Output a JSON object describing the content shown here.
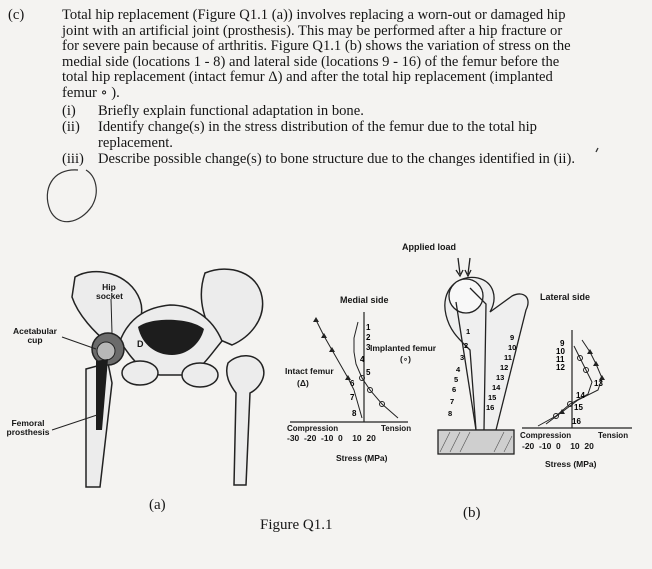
{
  "question": {
    "marker": "(c)",
    "lines": [
      "Total hip replacement (Figure Q1.1 (a)) involves replacing a worn-out or damaged hip",
      "joint with an artificial joint (prosthesis). This may be performed after a hip fracture or",
      "for severe pain because of arthritis. Figure Q1.1 (b) shows the variation of stress on the",
      "medial side (locations 1 - 8) and lateral side (locations 9 - 16) of the femur before the",
      "total hip replacement (intact femur Δ) and after the total hip replacement (implanted",
      "femur ∘ )."
    ],
    "items": [
      {
        "num": "(i)",
        "text": "Briefly explain functional adaptation in bone."
      },
      {
        "num": "(ii)",
        "text": "Identify change(s) in the stress distribution of the femur due to the total hip",
        "cont": "replacement."
      },
      {
        "num": "(iii)",
        "text": "Describe possible change(s) to bone structure due to the changes identified in (ii)."
      }
    ]
  },
  "figure_a": {
    "label_hip_socket_1": "Hip",
    "label_hip_socket_2": "socket",
    "label_acetabular_1": "Acetabular",
    "label_acetabular_2": "cup",
    "label_femoral_1": "Femoral",
    "label_femoral_2": "prosthesis",
    "label_d": "D",
    "panel_label": "(a)"
  },
  "figure_b": {
    "applied_load": "Applied load",
    "medial_title": "Medial side",
    "lateral_title": "Lateral side",
    "implanted_label": "Implanted femur",
    "implanted_symbol": "(∘)",
    "intact_label": "Intact femur",
    "intact_symbol": "(Δ)",
    "medial_compression": "Compression",
    "medial_tension": "Tension",
    "medial_ticks": "-30  -20  -10  0    10  20",
    "medial_stress": "Stress (MPa)",
    "lateral_compression": "Compression",
    "lateral_tension": "Tension",
    "lateral_ticks": "-20  -10  0    10  20",
    "lateral_stress": "Stress (MPa)",
    "panel_label": "(b)",
    "medial_locations": [
      "1",
      "2",
      "3",
      "4",
      "5",
      "6",
      "7",
      "8"
    ],
    "lateral_locations": [
      "9",
      "10",
      "11",
      "12",
      "13",
      "14",
      "15",
      "16"
    ],
    "femur_numbers_left": [
      "1",
      "2",
      "3",
      "4",
      "5",
      "6",
      "7",
      "8"
    ],
    "femur_numbers_right": [
      "9",
      "10",
      "11",
      "12",
      "13",
      "14",
      "15",
      "16"
    ]
  },
  "caption": "Figure Q1.1"
}
